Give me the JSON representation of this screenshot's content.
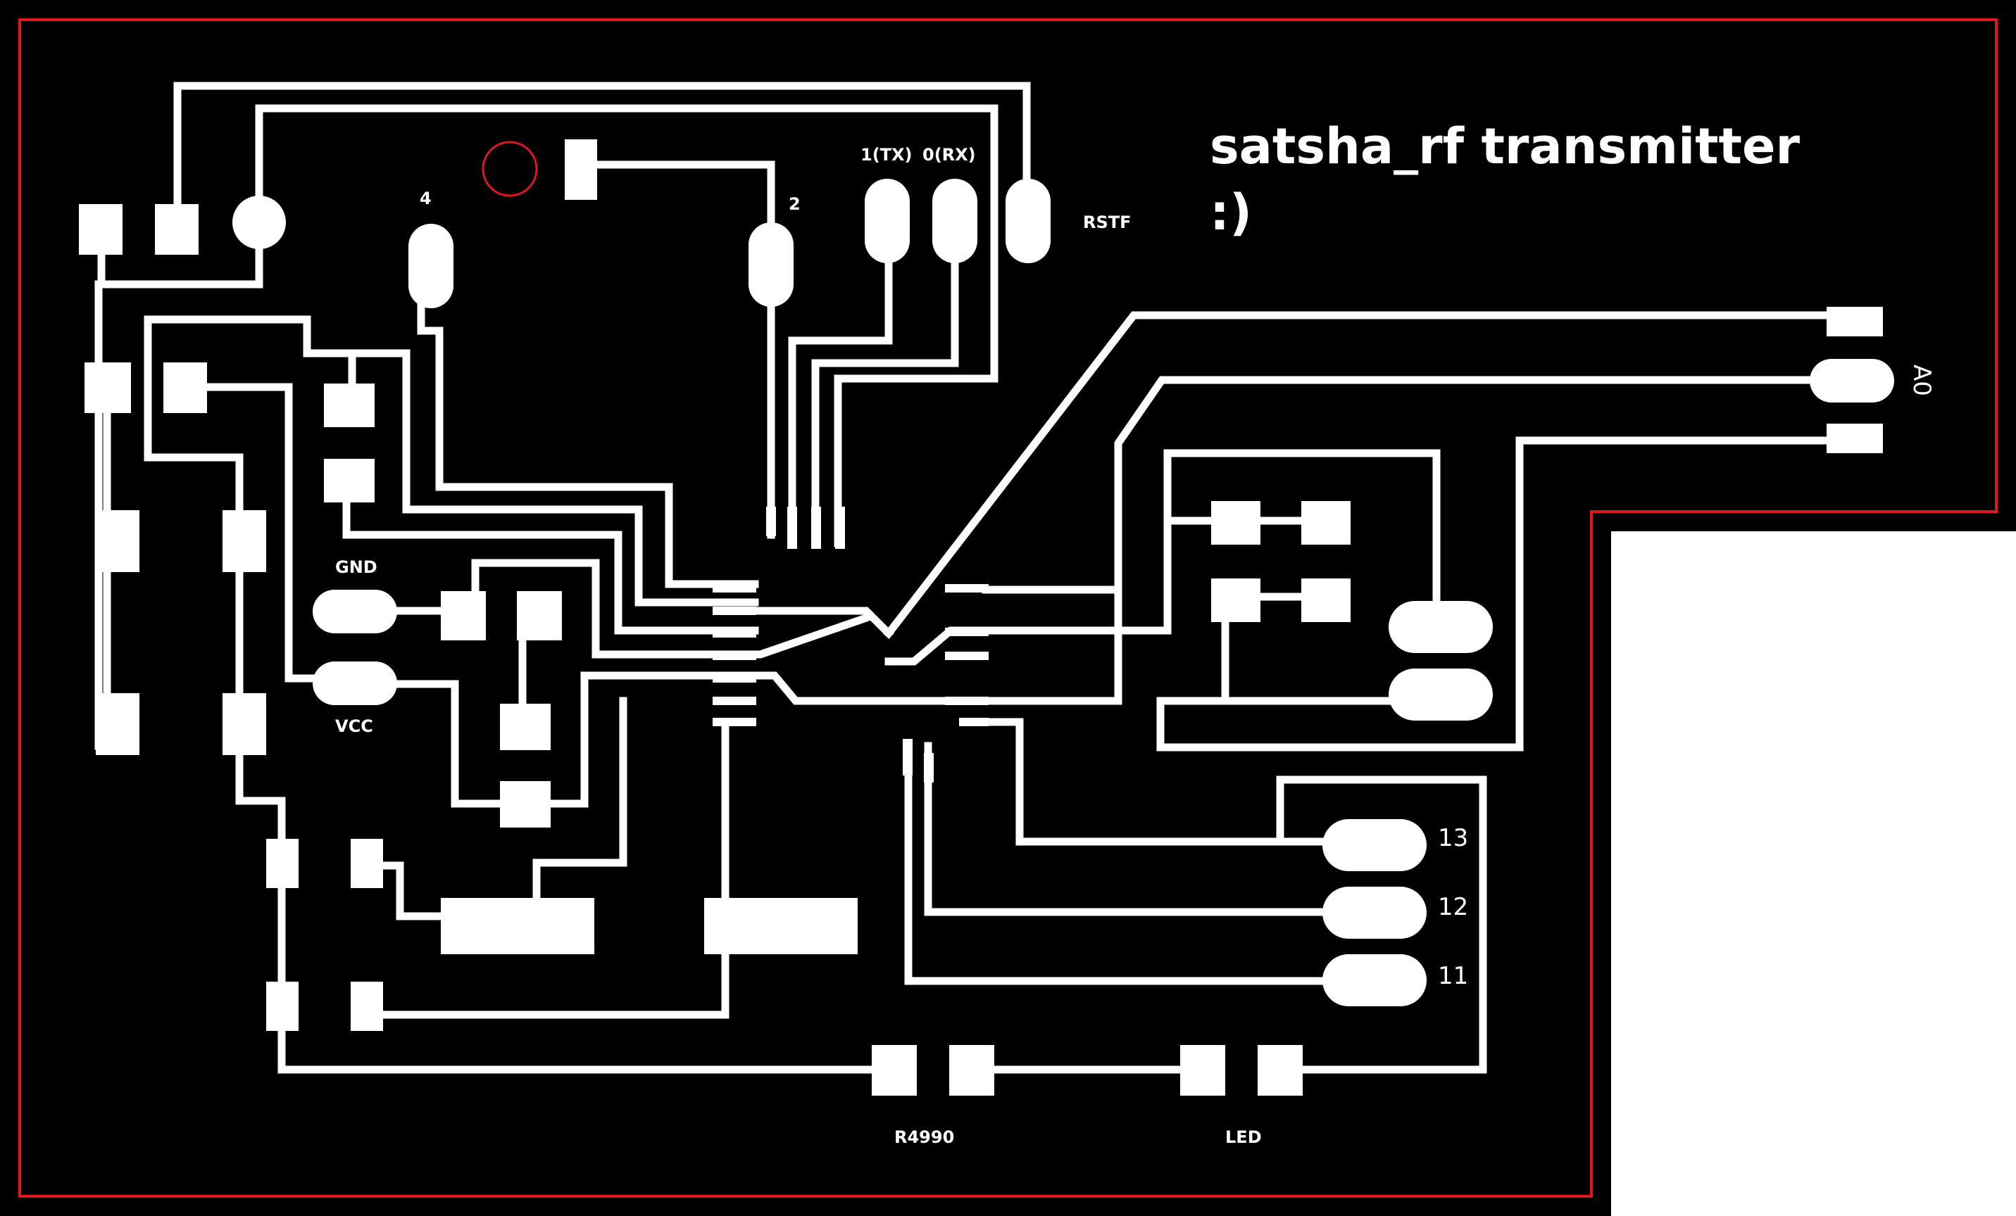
{
  "title": {
    "line1": "satsha_rf transmitter",
    "line2": ":)"
  },
  "labels": {
    "pin4": "4",
    "pin2": "2",
    "tx": "1(TX)",
    "rx": "0(RX)",
    "rstf": "RSTF",
    "a0": "A0",
    "gnd": "GND",
    "vcc": "VCC",
    "p13": "13",
    "p12": "12",
    "p11": "11",
    "r4990": "R4990",
    "led": "LED"
  },
  "colors": {
    "board": "#000000",
    "copper": "#ffffff",
    "outline": "#e0161b",
    "background": "#ffffff"
  }
}
